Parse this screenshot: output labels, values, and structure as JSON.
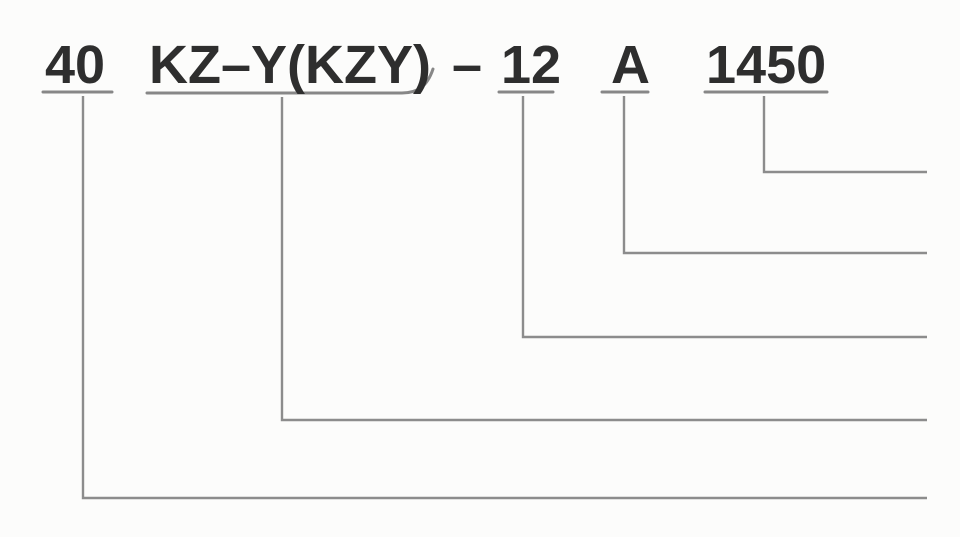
{
  "colors": {
    "background": "#fcfcfb",
    "text": "#2e2e2e",
    "line": "#8c8c8c",
    "underline": "#878787"
  },
  "diagram": {
    "type": "model-code-callout",
    "code_text": "40 KZ–Y(KZY) – 12 A 1450",
    "segments": [
      {
        "text": "40"
      },
      {
        "text": "KZ–Y(KZY)"
      },
      {
        "text": "–"
      },
      {
        "text": "12"
      },
      {
        "text": "A"
      },
      {
        "text": "1450"
      }
    ],
    "callouts": [
      {
        "from_segment": "1450"
      },
      {
        "from_segment": "A"
      },
      {
        "from_segment": "12"
      },
      {
        "from_segment": "KZ–Y(KZY)"
      },
      {
        "from_segment": "40"
      }
    ]
  }
}
